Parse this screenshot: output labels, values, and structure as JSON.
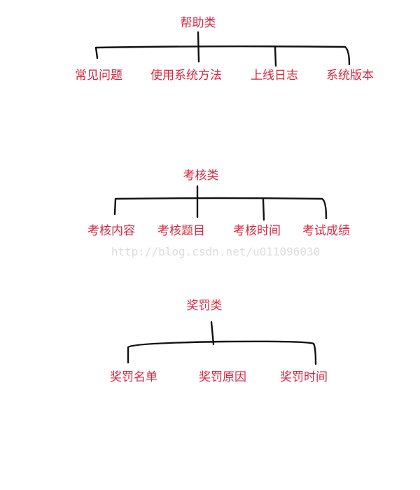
{
  "colors": {
    "label": "#d9263e",
    "line": "#111111",
    "watermark": "#dcdcdc"
  },
  "groups": [
    {
      "title": "帮助类",
      "children": [
        "常见问题",
        "使用系统方法",
        "上线日志",
        "系统版本"
      ]
    },
    {
      "title": "考核类",
      "children": [
        "考核内容",
        "考核题目",
        "考核时间",
        "考试成绩"
      ]
    },
    {
      "title": "奖罚类",
      "children": [
        "奖罚名单",
        "奖罚原因",
        "奖罚时间"
      ]
    }
  ],
  "watermark": "http://blog.csdn.net/u011096030"
}
